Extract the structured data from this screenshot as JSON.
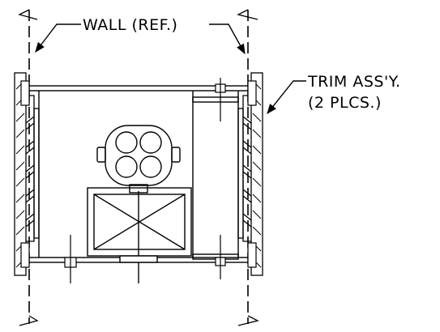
{
  "labels": {
    "wall": "WALL (REF.)",
    "trim_line1": "TRIM ASS'Y.",
    "trim_line2": "(2 PLCS.)"
  },
  "colors": {
    "ink": "#000000",
    "background": "#ffffff"
  }
}
